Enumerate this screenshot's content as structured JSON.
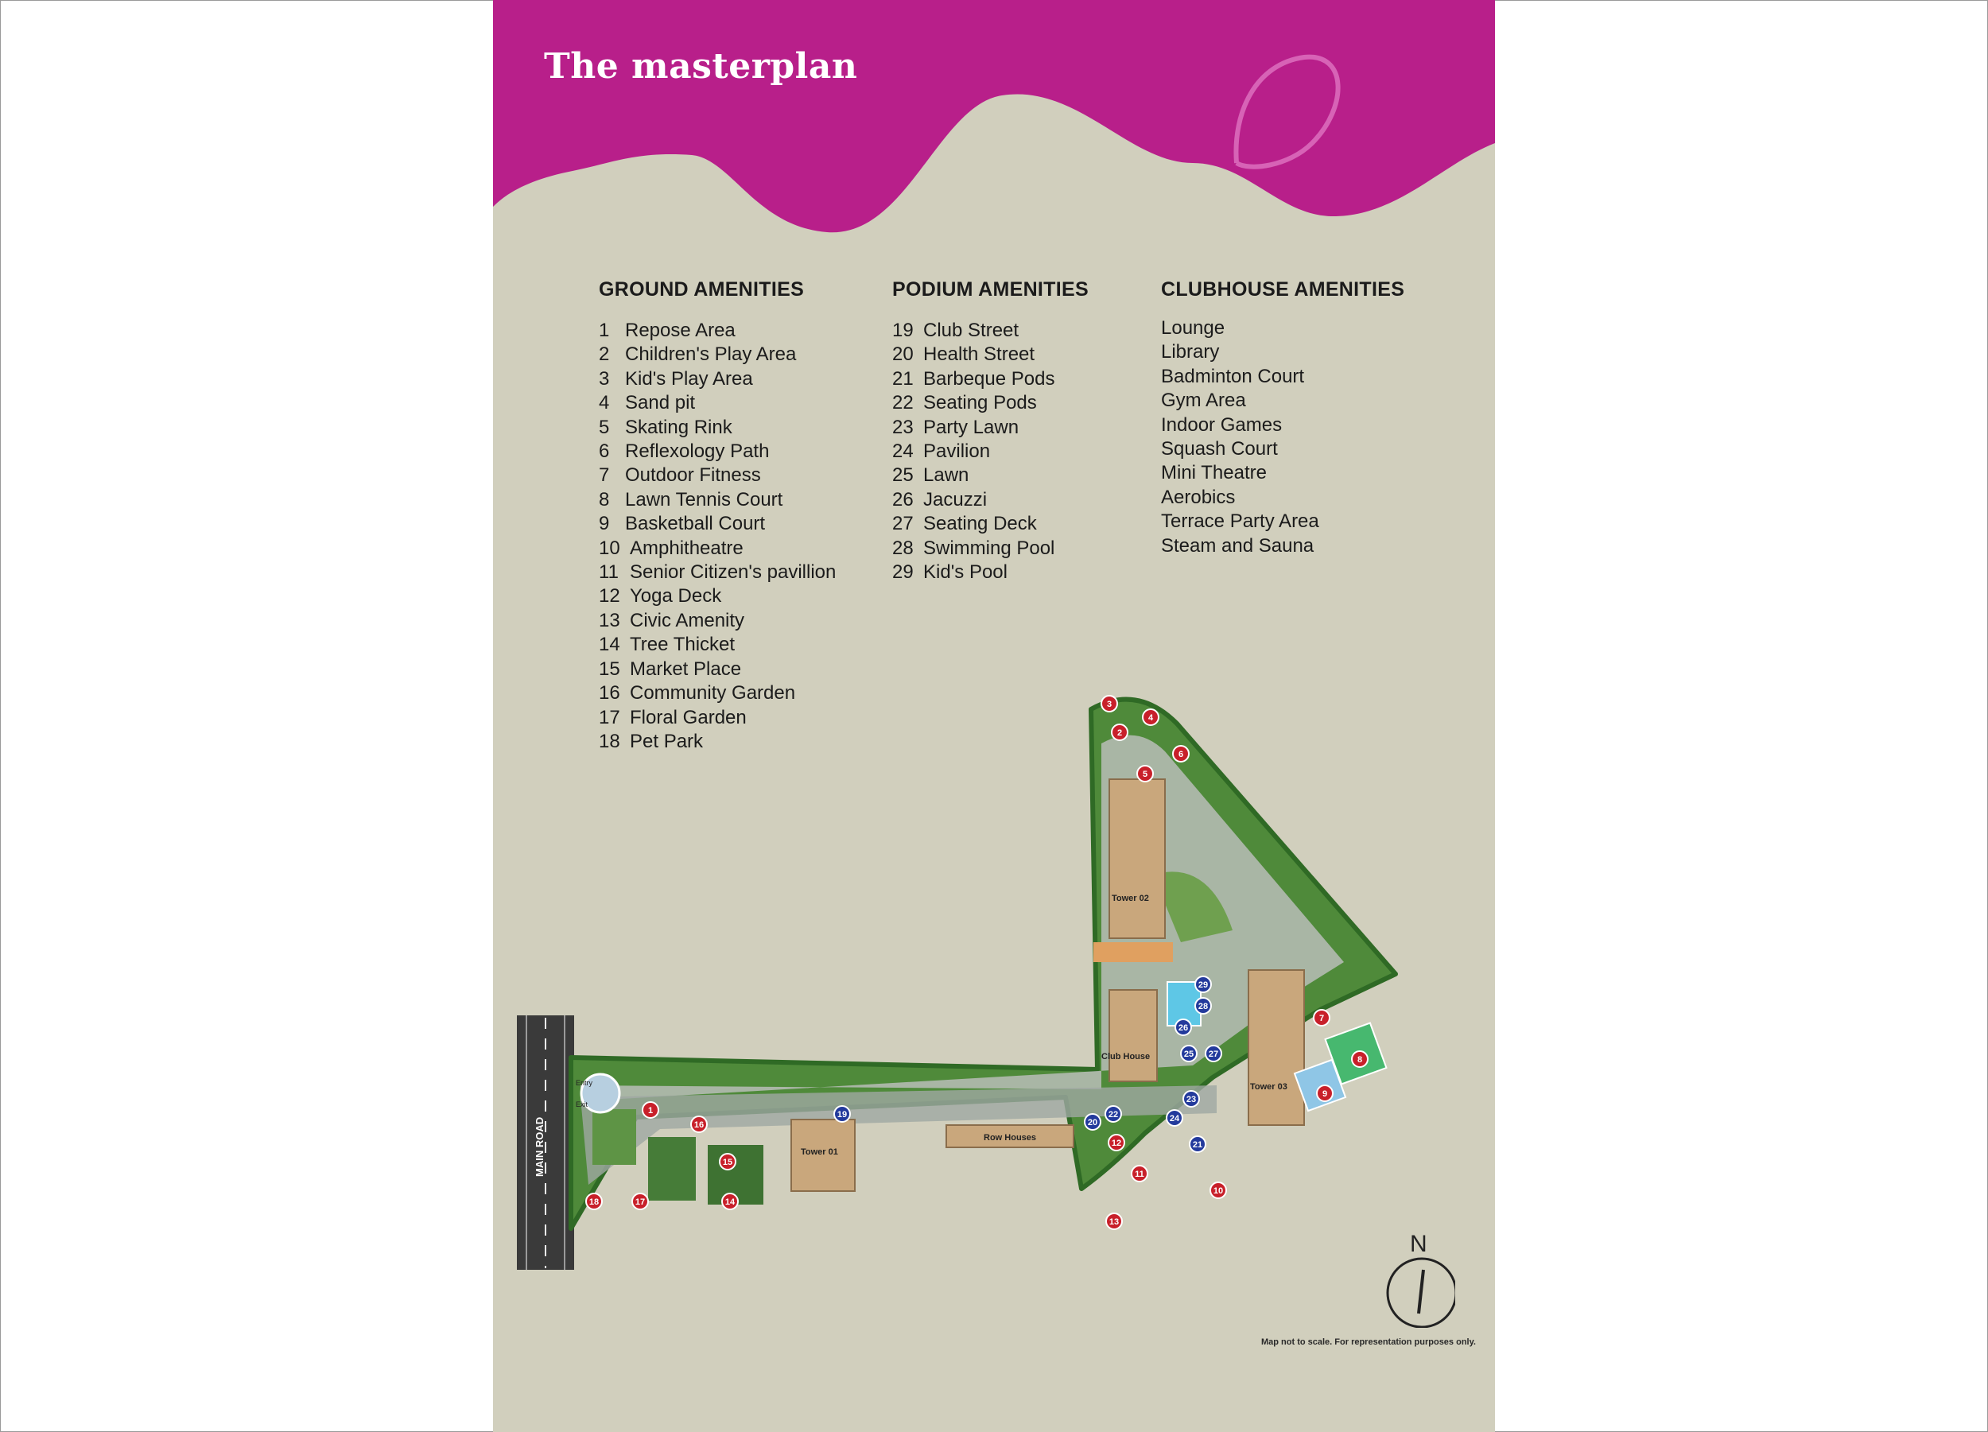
{
  "title": "The masterplan",
  "colors": {
    "header_magenta": "#b81f8a",
    "background": "#d1cfbd",
    "marker_red": "#c8202a",
    "marker_blue": "#233a9c"
  },
  "ground": {
    "heading": "GROUND AMENITIES",
    "items": [
      {
        "num": "1",
        "label": "Repose Area"
      },
      {
        "num": "2",
        "label": "Children's Play Area"
      },
      {
        "num": "3",
        "label": "Kid's Play Area"
      },
      {
        "num": "4",
        "label": "Sand pit"
      },
      {
        "num": "5",
        "label": "Skating Rink"
      },
      {
        "num": "6",
        "label": "Reflexology Path"
      },
      {
        "num": "7",
        "label": "Outdoor Fitness"
      },
      {
        "num": "8",
        "label": "Lawn Tennis Court"
      },
      {
        "num": "9",
        "label": "Basketball Court"
      },
      {
        "num": "10",
        "label": "Amphitheatre"
      },
      {
        "num": "11",
        "label": "Senior Citizen's pavillion"
      },
      {
        "num": "12",
        "label": "Yoga Deck"
      },
      {
        "num": "13",
        "label": "Civic Amenity"
      },
      {
        "num": "14",
        "label": "Tree Thicket"
      },
      {
        "num": "15",
        "label": "Market Place"
      },
      {
        "num": "16",
        "label": "Community Garden"
      },
      {
        "num": "17",
        "label": "Floral Garden"
      },
      {
        "num": "18",
        "label": "Pet Park"
      }
    ]
  },
  "podium": {
    "heading": "PODIUM AMENITIES",
    "items": [
      {
        "num": "19",
        "label": "Club Street"
      },
      {
        "num": "20",
        "label": "Health Street"
      },
      {
        "num": "21",
        "label": "Barbeque Pods"
      },
      {
        "num": "22",
        "label": "Seating Pods"
      },
      {
        "num": "23",
        "label": "Party Lawn"
      },
      {
        "num": "24",
        "label": "Pavilion"
      },
      {
        "num": "25",
        "label": "Lawn"
      },
      {
        "num": "26",
        "label": "Jacuzzi"
      },
      {
        "num": "27",
        "label": "Seating Deck"
      },
      {
        "num": "28",
        "label": "Swimming Pool"
      },
      {
        "num": "29",
        "label": "Kid's Pool"
      }
    ]
  },
  "clubhouse": {
    "heading": "CLUBHOUSE AMENITIES",
    "items": [
      "Lounge",
      "Library",
      "Badminton Court",
      "Gym Area",
      "Indoor Games",
      "Squash Court",
      "Mini Theatre",
      "Aerobics",
      "Terrace Party Area",
      "Steam and Sauna"
    ]
  },
  "map": {
    "main_road": "MAIN ROAD",
    "entry": "Entry",
    "exit": "Exit",
    "tower_01": "Tower 01",
    "tower_02": "Tower 02",
    "tower_03": "Tower 03",
    "club_house": "Club House",
    "row_houses": "Row Houses",
    "compass": "N",
    "scale_note": "Map not to scale. For representation purposes only."
  }
}
